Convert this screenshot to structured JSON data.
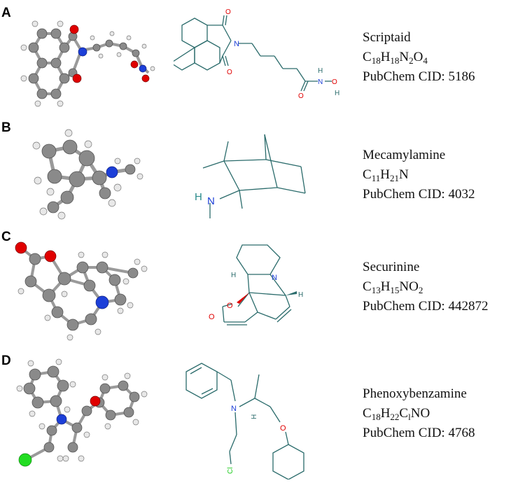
{
  "panels": [
    {
      "letter": "A",
      "name": "Scriptaid",
      "formula": [
        [
          "C",
          "18"
        ],
        [
          "H",
          "18"
        ],
        [
          "N",
          "2"
        ],
        [
          "O",
          "4"
        ]
      ],
      "cid_label": "PubChem CID: 5186",
      "atom_labels": {
        "o1": "O",
        "o2": "O",
        "n": "N",
        "o3": "O",
        "nh_n": "N",
        "nh_h": "H",
        "o4": "O",
        "h": "H"
      }
    },
    {
      "letter": "B",
      "name": "Mecamylamine",
      "formula": [
        [
          "C",
          "11"
        ],
        [
          "H",
          "21"
        ],
        [
          "N",
          ""
        ]
      ],
      "cid_label": "PubChem CID: 4032",
      "atom_labels": {
        "h": "H",
        "n": "N"
      }
    },
    {
      "letter": "C",
      "name": "Securinine",
      "formula": [
        [
          "C",
          "13"
        ],
        [
          "H",
          "15"
        ],
        [
          "N",
          ""
        ],
        [
          "O",
          "2"
        ]
      ],
      "cid_label": "PubChem CID: 442872",
      "atom_labels": {
        "h1": "H",
        "n": "N",
        "h2": "H",
        "o1": "O",
        "o2": "O"
      }
    },
    {
      "letter": "D",
      "name": "Phenoxybenzamine",
      "formula": [
        [
          "C",
          "18"
        ],
        [
          "H",
          "22"
        ],
        [
          "C",
          "l"
        ],
        [
          "N",
          ""
        ],
        [
          "O",
          ""
        ]
      ],
      "cid_label": "PubChem CID: 4768",
      "atom_labels": {
        "n": "N",
        "h": "H",
        "o": "O",
        "cl": "Cl"
      }
    }
  ],
  "colors": {
    "bond": "#2a6b6b",
    "carbon": "#8a8a8a",
    "hydrogen": "#e8e8e8",
    "oxygen": "#e00000",
    "nitrogen": "#1c3fd8",
    "chlorine": "#22dd22"
  }
}
